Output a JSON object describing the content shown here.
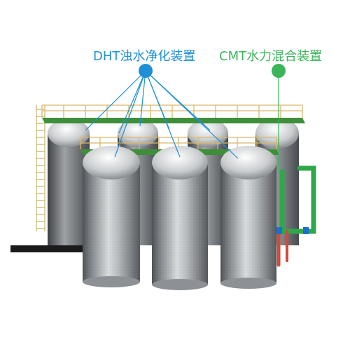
{
  "callouts": {
    "dht": {
      "label": "DHT浊水净化装置",
      "color": "#1e8fd6"
    },
    "cmt": {
      "label": "CMT水力混合装置",
      "color": "#3cb55a"
    }
  },
  "colors": {
    "tank_body": "#9aa0a4",
    "platform_green": "#3f8f3a",
    "railing": "#d8b96a",
    "pipe_green": "#2fa84a",
    "pipe_red": "#d24a3a",
    "valve_blue": "#1c6fd0",
    "ground_pipe": "#1a1a1a"
  },
  "icons": [
    "dht-marker-dot",
    "cmt-marker-dot"
  ]
}
